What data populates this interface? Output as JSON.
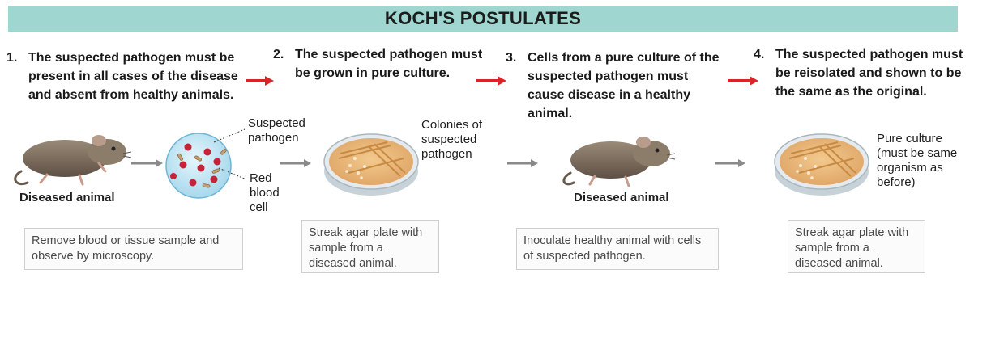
{
  "title": "KOCH'S POSTULATES",
  "steps": [
    {
      "num": "1.",
      "text": "The suspected pathogen must be present in all cases of the disease and absent from healthy animals."
    },
    {
      "num": "2.",
      "text": "The suspected pathogen must be grown in pure culture."
    },
    {
      "num": "3.",
      "text": "Cells from a pure culture of the suspected pathogen must cause disease in a healthy animal."
    },
    {
      "num": "4.",
      "text": "The suspected pathogen must be reisolated and shown to be the same as the original."
    }
  ],
  "labels": {
    "diseased_animal_1": "Diseased animal",
    "suspected_pathogen": "Suspected pathogen",
    "red_blood_cell": "Red blood cell",
    "colonies": "Colonies of suspected pathogen",
    "diseased_animal_2": "Diseased animal",
    "pure_culture": "Pure culture (must be same organism as before)"
  },
  "notes": {
    "note_1": "Remove blood or tissue sample and observe by microscopy.",
    "note_2": "Streak agar plate with sample from a diseased animal.",
    "note_3": "Inoculate healthy animal with cells of suspected pathogen.",
    "note_4": "Streak agar plate with sample from a diseased animal."
  },
  "colors": {
    "title_bar": "#9fd6d0",
    "step_arrow": "#d9252a",
    "process_arrow": "#8a8a8a",
    "agar": "#e9b77a",
    "blood_cell": "#c8223a",
    "pathogen": "#c9a070",
    "mouse": "#7a6a5a"
  }
}
